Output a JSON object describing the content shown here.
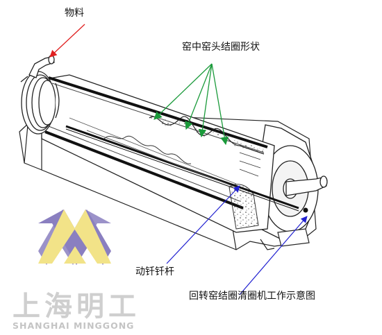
{
  "labels": {
    "material": "物料",
    "ring_shape": "窑中窑头结圈形状",
    "rod": "动钎钎杆",
    "machine": "回转窑结圈清圈机工作示意图"
  },
  "logo": {
    "name_cn": "上海明工",
    "name_en": "SHANGHAI MINGGONG"
  },
  "colors": {
    "material_arrow": "#e02020",
    "ring_arrow": "#1a9a3a",
    "rod_arrow": "#2020d0",
    "logo_purple": "#8a7fc0",
    "logo_yellow": "#f2e388",
    "logo_text": "#cfcfcf"
  }
}
